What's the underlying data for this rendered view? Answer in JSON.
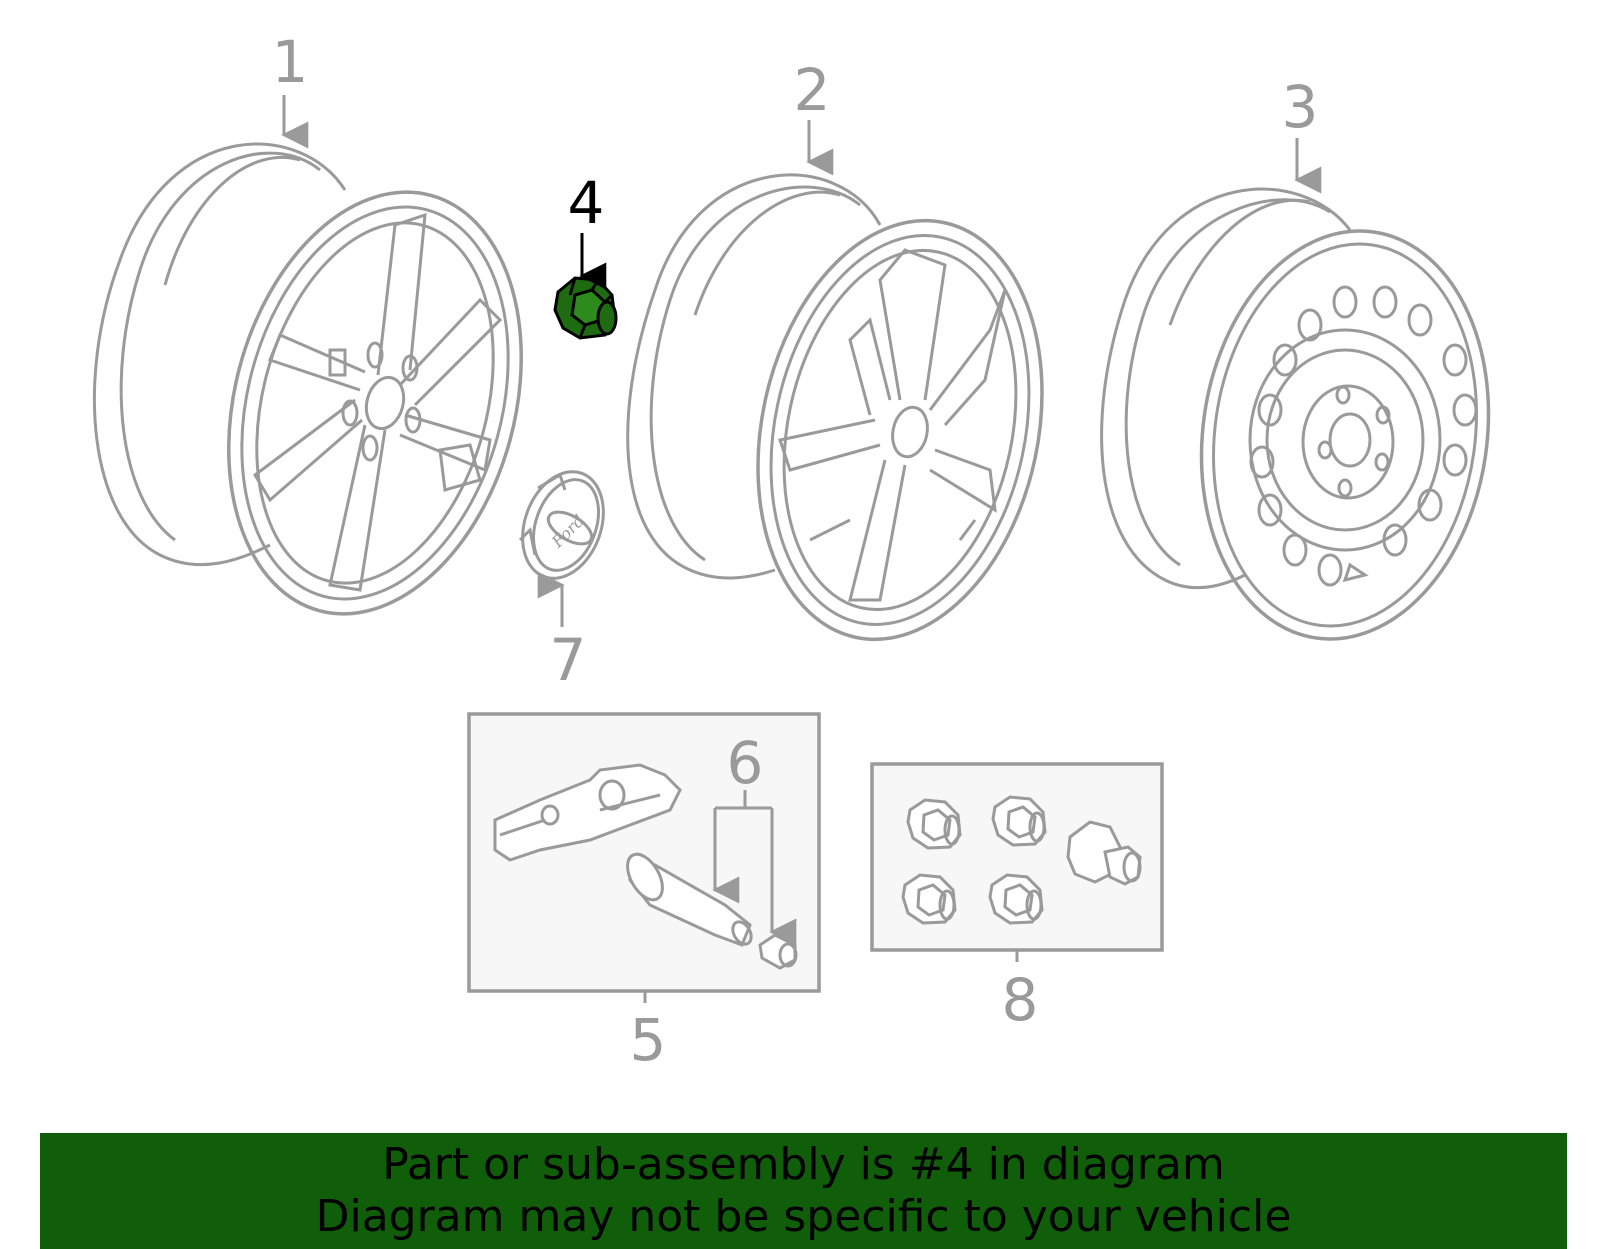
{
  "colors": {
    "line": "#9a9a9a",
    "highlight": "#1f6b12",
    "highlight_text": "#000000",
    "banner_bg": "#105e0a",
    "box_bg": "#f7f7f7"
  },
  "callouts": {
    "c1": "1",
    "c2": "2",
    "c3": "3",
    "c4": "4",
    "c5": "5",
    "c6": "6",
    "c7": "7",
    "c8": "8"
  },
  "highlighted_part": "4",
  "parts": [
    {
      "number": "1",
      "icon": "alloy-wheel-icon"
    },
    {
      "number": "2",
      "icon": "alloy-wheel-icon"
    },
    {
      "number": "3",
      "icon": "steel-spare-wheel-icon"
    },
    {
      "number": "4",
      "icon": "lug-nut-icon"
    },
    {
      "number": "5",
      "icon": "tpms-sensor-icon"
    },
    {
      "number": "6",
      "icon": "valve-stem-icon"
    },
    {
      "number": "7",
      "icon": "center-cap-icon"
    },
    {
      "number": "8",
      "icon": "lug-nut-set-icon"
    }
  ],
  "center_cap_logo": "Ford",
  "banner": {
    "line1": "Part or sub-assembly is #4 in diagram",
    "line2": "Diagram may not be specific to your vehicle"
  }
}
